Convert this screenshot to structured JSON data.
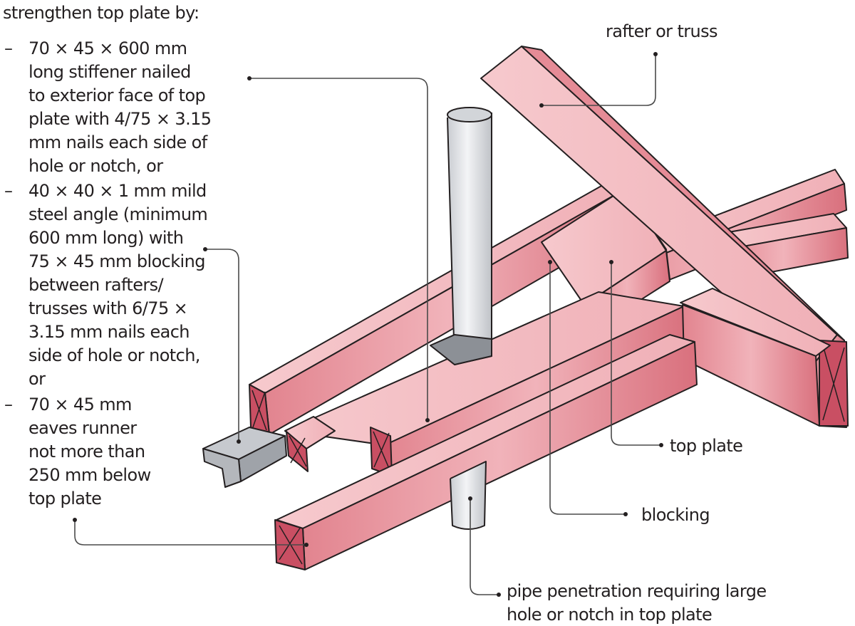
{
  "intro": "strengthen top plate by:",
  "options": [
    {
      "bullet": "–",
      "lines": [
        "70 × 45 × 600 mm",
        "long stiffener nailed",
        "to exterior face of top",
        "plate with 4/75 × 3.15",
        "mm nails each side of",
        "hole or notch, or"
      ]
    },
    {
      "bullet": "–",
      "lines": [
        "40 × 40 × 1 mm mild",
        "steel angle (minimum",
        "600 mm long) with",
        "75 × 45 mm blocking",
        "between rafters/",
        "trusses with 6/75 ×",
        "3.15 mm nails each",
        "side of hole or notch,",
        "or"
      ]
    },
    {
      "bullet": "–",
      "lines": [
        "70 × 45 mm",
        "eaves runner",
        "not more than",
        "250 mm below",
        "top plate"
      ]
    }
  ],
  "labels": {
    "rafter": "rafter or truss",
    "top_plate": "top plate",
    "blocking": "blocking",
    "pipe_line1": "pipe penetration requiring large",
    "pipe_line2": "hole or notch in top plate"
  },
  "colors": {
    "timber": "#f2b8bd",
    "timber_dark": "#d9747f",
    "timber_end": "#c94f63",
    "outline": "#231f20",
    "pipe": "#e3e5e8",
    "steel": "#b9bcc1",
    "leader": "#4a4a4a"
  }
}
